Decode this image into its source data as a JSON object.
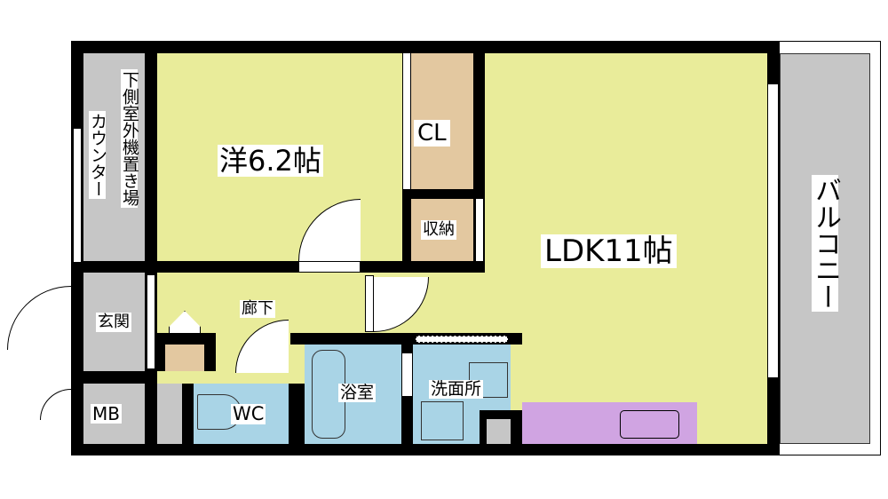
{
  "rooms": {
    "western": "洋6.2帖",
    "closet": "CL",
    "storage": "収納",
    "ldk": "LDK11帖",
    "balcony": "バルコニー",
    "counter": "カウンター",
    "outdoor_unit": "下側室外機置き場",
    "entrance": "玄関",
    "hallway": "廊下",
    "mb": "MB",
    "wc": "WC",
    "bath": "浴室",
    "washroom": "洗面所"
  },
  "colors": {
    "room": "#e9ec9a",
    "storage": "#e3c8a0",
    "wet": "#a9d4e6",
    "kitchen": "#d0a4e2",
    "outdoor": "#c6c6c6"
  }
}
